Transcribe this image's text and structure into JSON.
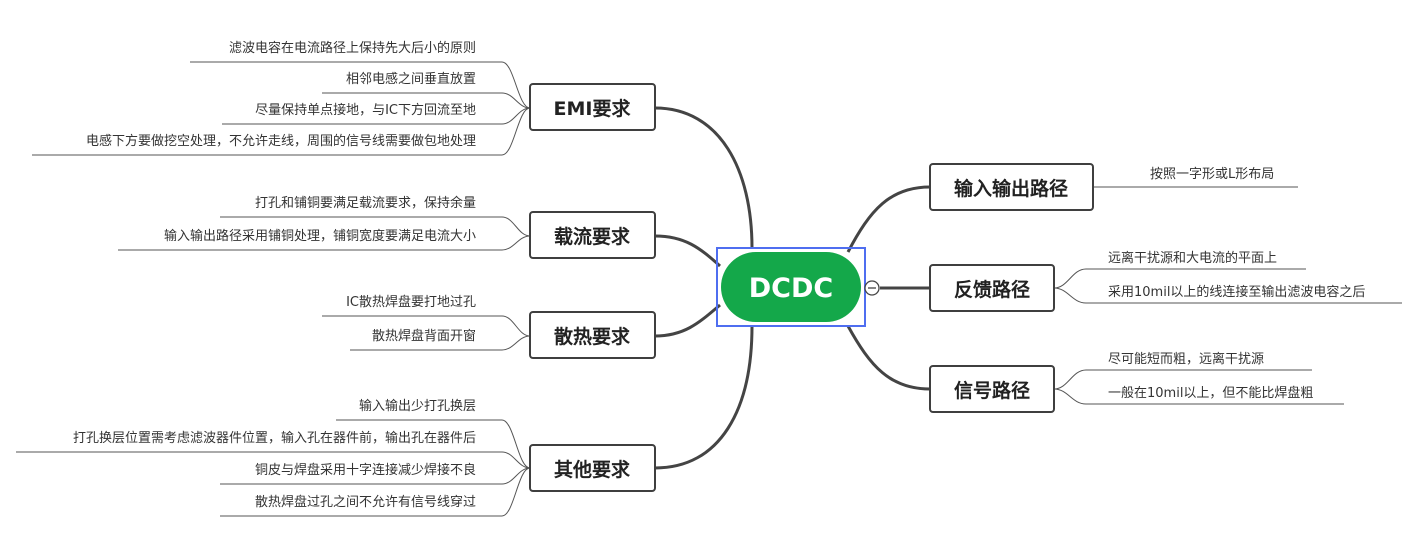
{
  "root": {
    "label": "DCDC"
  },
  "collapse_toggle": {
    "icon": "minus-circle-icon"
  },
  "colors": {
    "root_fill": "#14a84a",
    "selection_outline": "#4f6ef0",
    "connector": "#444444"
  },
  "branches": [
    {
      "id": "emi",
      "label": "EMI要求",
      "side": "left",
      "leaves": [
        "滤波电容在电流路径上保持先大后小的原则",
        "相邻电感之间垂直放置",
        "尽量保持单点接地，与IC下方回流至地",
        "电感下方要做挖空处理，不允许走线，周围的信号线需要做包地处理"
      ]
    },
    {
      "id": "current",
      "label": "载流要求",
      "side": "left",
      "leaves": [
        "打孔和铺铜要满足载流要求，保持余量",
        "输入输出路径采用铺铜处理，铺铜宽度要满足电流大小"
      ]
    },
    {
      "id": "thermal",
      "label": "散热要求",
      "side": "left",
      "leaves": [
        "IC散热焊盘要打地过孔",
        "散热焊盘背面开窗"
      ]
    },
    {
      "id": "other",
      "label": "其他要求",
      "side": "left",
      "leaves": [
        "输入输出少打孔换层",
        "打孔换层位置需考虑滤波器件位置，输入孔在器件前，输出孔在器件后",
        "铜皮与焊盘采用十字连接减少焊接不良",
        "散热焊盘过孔之间不允许有信号线穿过"
      ]
    },
    {
      "id": "io-path",
      "label": "输入输出路径",
      "side": "right",
      "leaves": [
        "按照一字形或L形布局"
      ]
    },
    {
      "id": "feedback",
      "label": "反馈路径",
      "side": "right",
      "leaves": [
        "远离干扰源和大电流的平面上",
        "采用10mil以上的线连接至输出滤波电容之后"
      ]
    },
    {
      "id": "signal",
      "label": "信号路径",
      "side": "right",
      "leaves": [
        "尽可能短而粗，远离干扰源",
        "一般在10mil以上，但不能比焊盘粗"
      ]
    }
  ]
}
